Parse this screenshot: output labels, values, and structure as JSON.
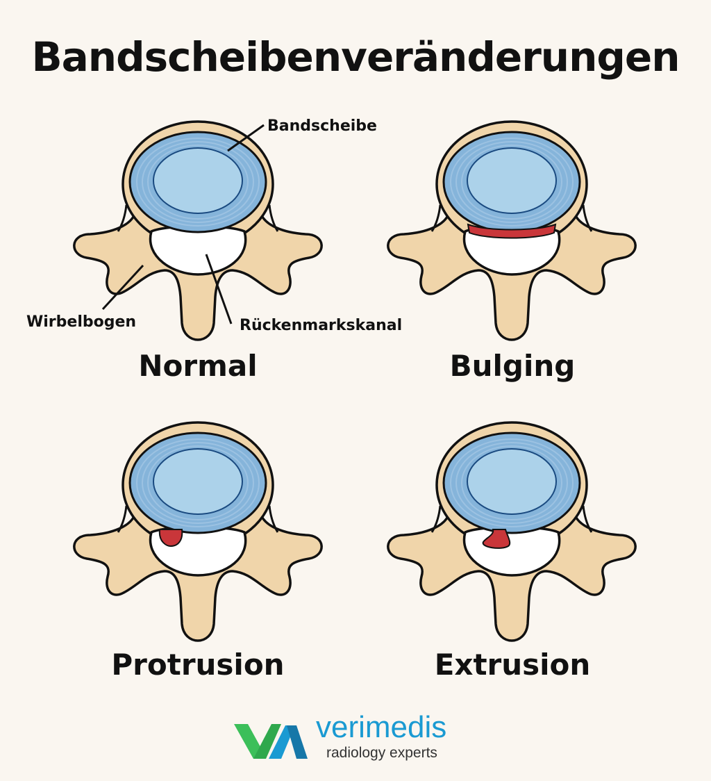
{
  "title": "Bandscheibenveränderungen",
  "panels": [
    {
      "label": "Normal",
      "pathology": "none"
    },
    {
      "label": "Bulging",
      "pathology": "bulging"
    },
    {
      "label": "Protrusion",
      "pathology": "protrusion"
    },
    {
      "label": "Extrusion",
      "pathology": "extrusion"
    }
  ],
  "annotations": {
    "disc": "Bandscheibe",
    "arch": "Wirbelbogen",
    "canal": "Rückenmarkskanal"
  },
  "logo": {
    "brand": "verimedis",
    "tagline": "radiology experts"
  },
  "colors": {
    "bone": "#f0d5aa",
    "disc": "#85b4da",
    "nucleus": "#acd2ea",
    "herniation": "#c9363a",
    "background": "#faf6f0",
    "brand_blue": "#1a9ad2",
    "brand_green": "#3cbf5a"
  }
}
